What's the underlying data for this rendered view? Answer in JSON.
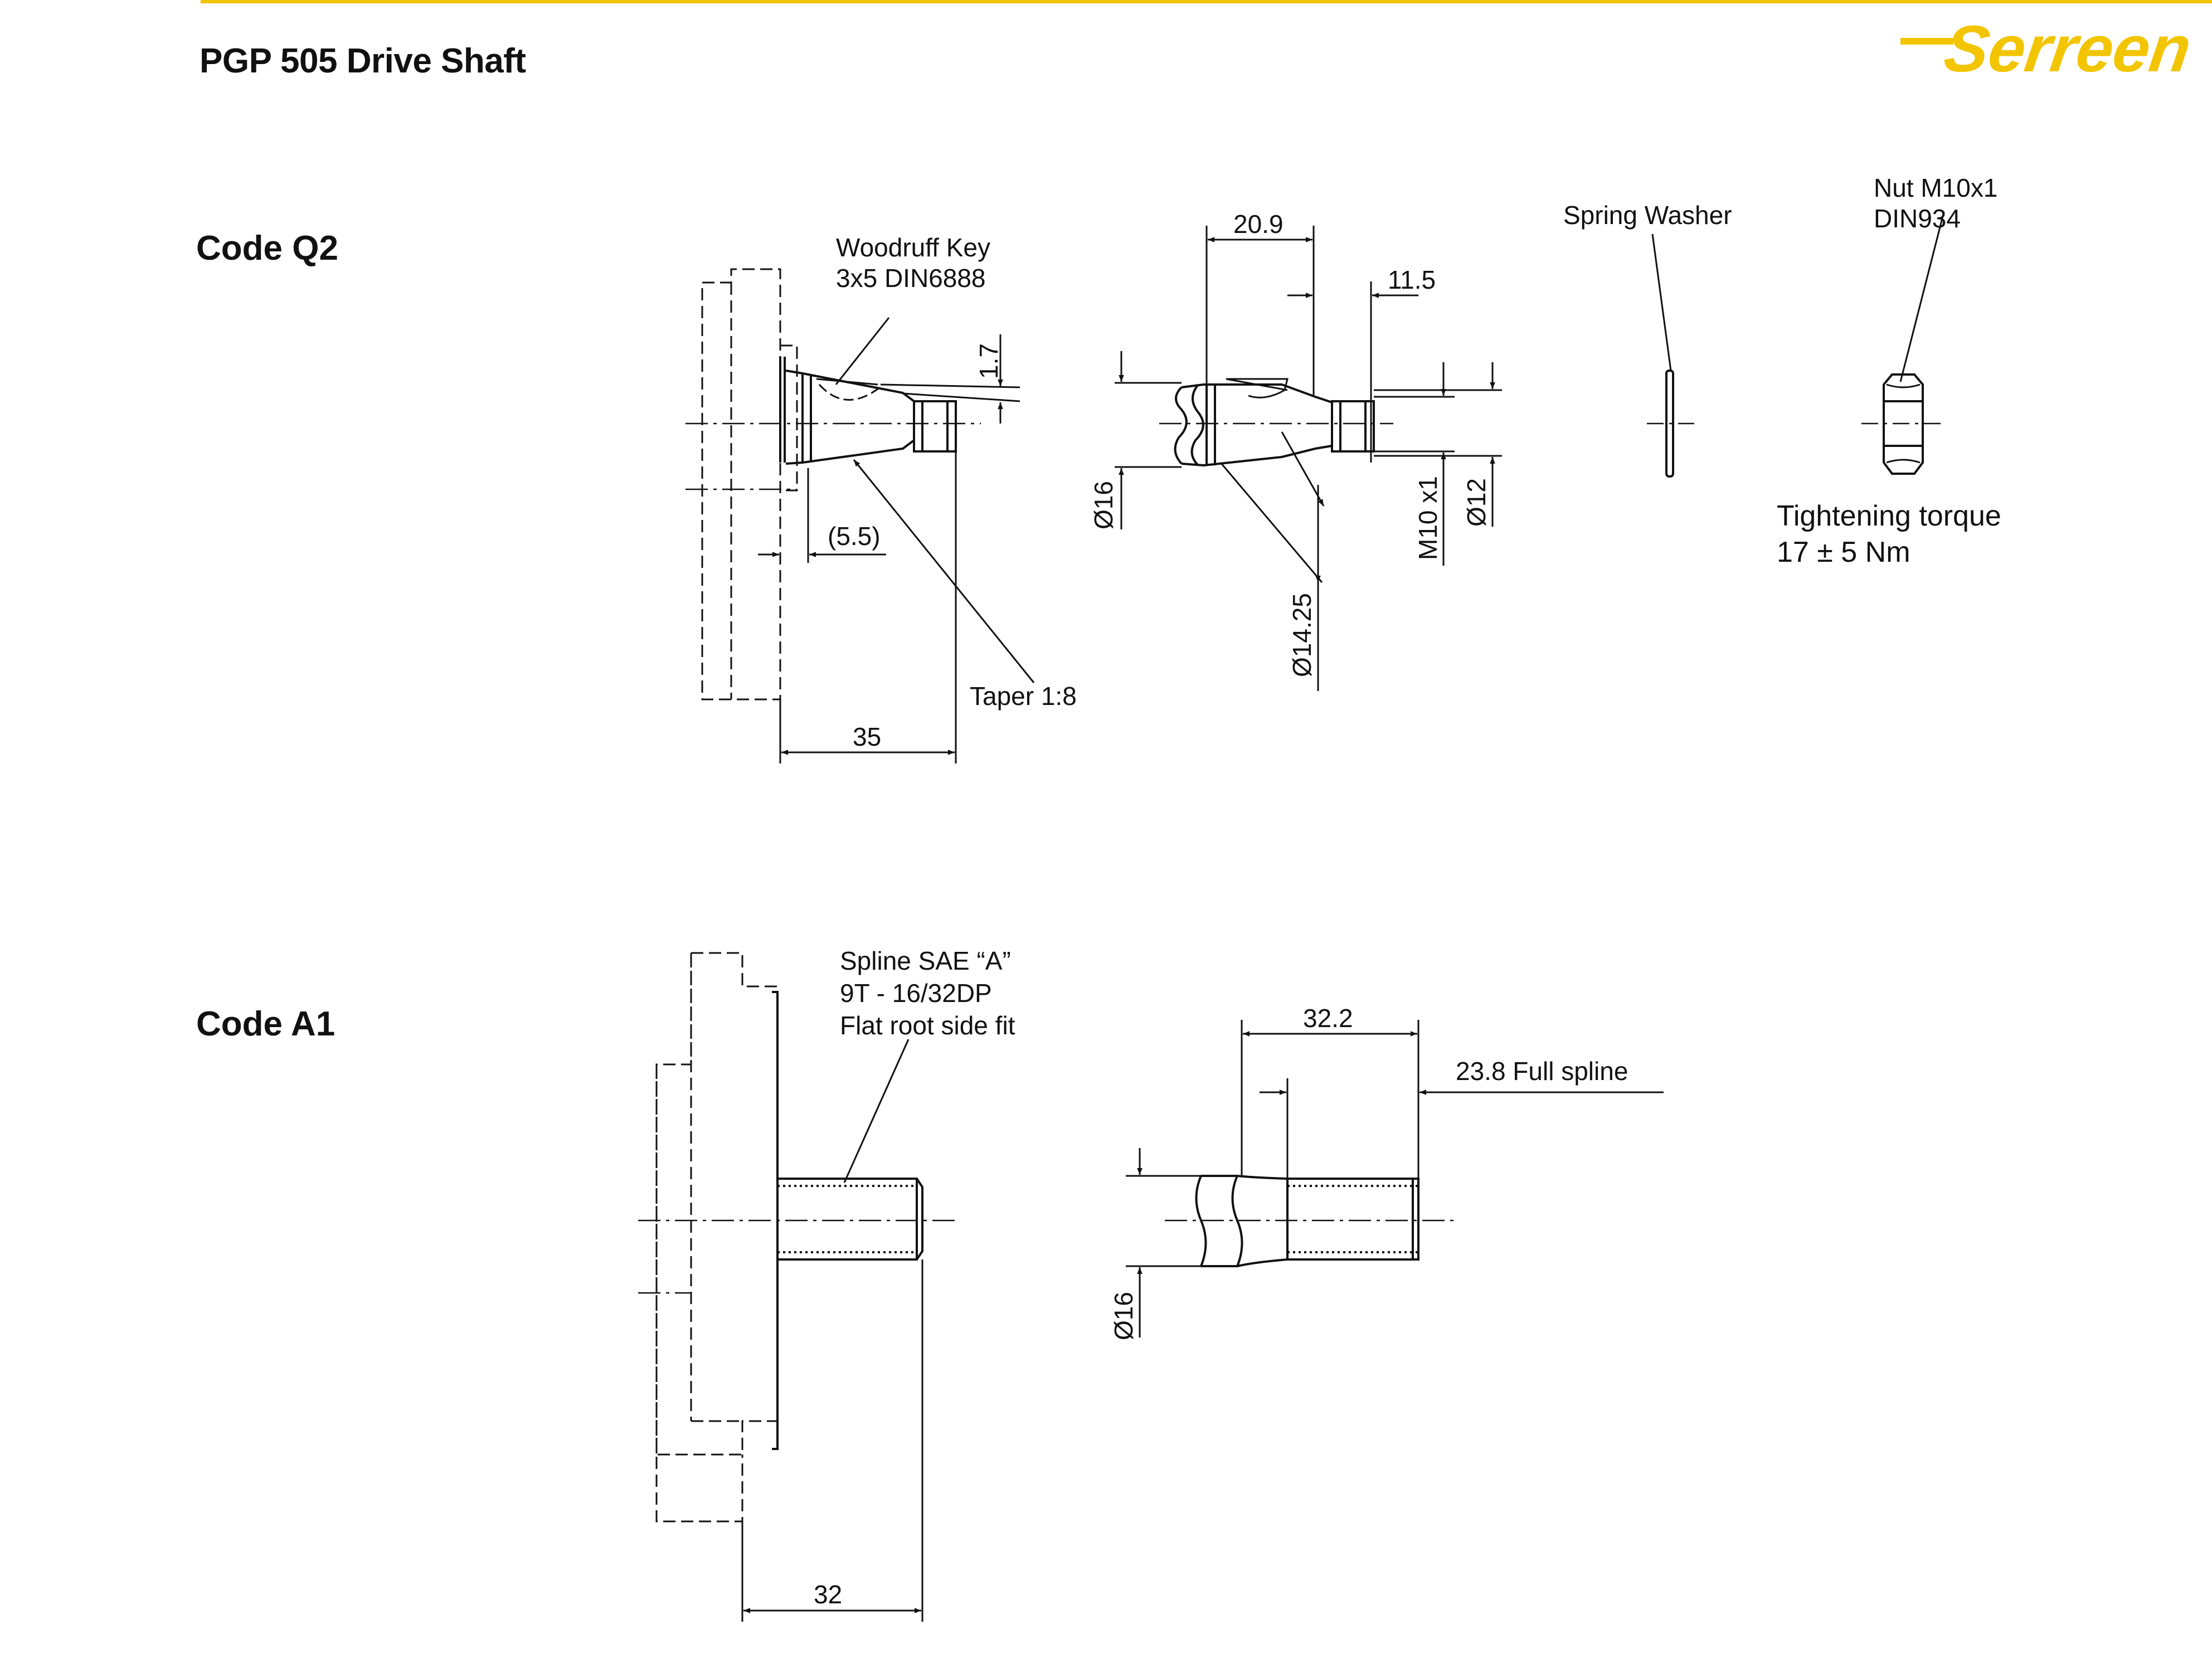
{
  "header": {
    "title": "PGP 505 Drive Shaft",
    "brand_logo_text": "Serreen",
    "brand_color": "#f2c500"
  },
  "sections": {
    "q2": {
      "code_label": "Code Q2",
      "woodruff_key": [
        "Woodruff Key",
        "3x5 DIN6888"
      ],
      "dim_key_height": "1.7",
      "dim_offset": "(5.5)",
      "taper_label": "Taper 1:8",
      "dim_length_35": "35",
      "dim_20_9": "20.9",
      "dim_11_5": "11.5",
      "dim_d16": "Ø16",
      "dim_m10": "M10 x1",
      "dim_d12": "Ø12",
      "dim_d14_25": "Ø14.25",
      "spring_washer": "Spring Washer",
      "nut": [
        "Nut M10x1",
        "DIN934"
      ],
      "torque": [
        "Tightening torque",
        "17 ± 5 Nm"
      ]
    },
    "a1": {
      "code_label": "Code A1",
      "spline": [
        "Spline SAE “A”",
        "9T - 16/32DP",
        "Flat root side fit"
      ],
      "dim_32_2": "32.2",
      "dim_full_spline": "23.8 Full spline",
      "dim_d16": "Ø16",
      "dim_length_32": "32"
    }
  }
}
